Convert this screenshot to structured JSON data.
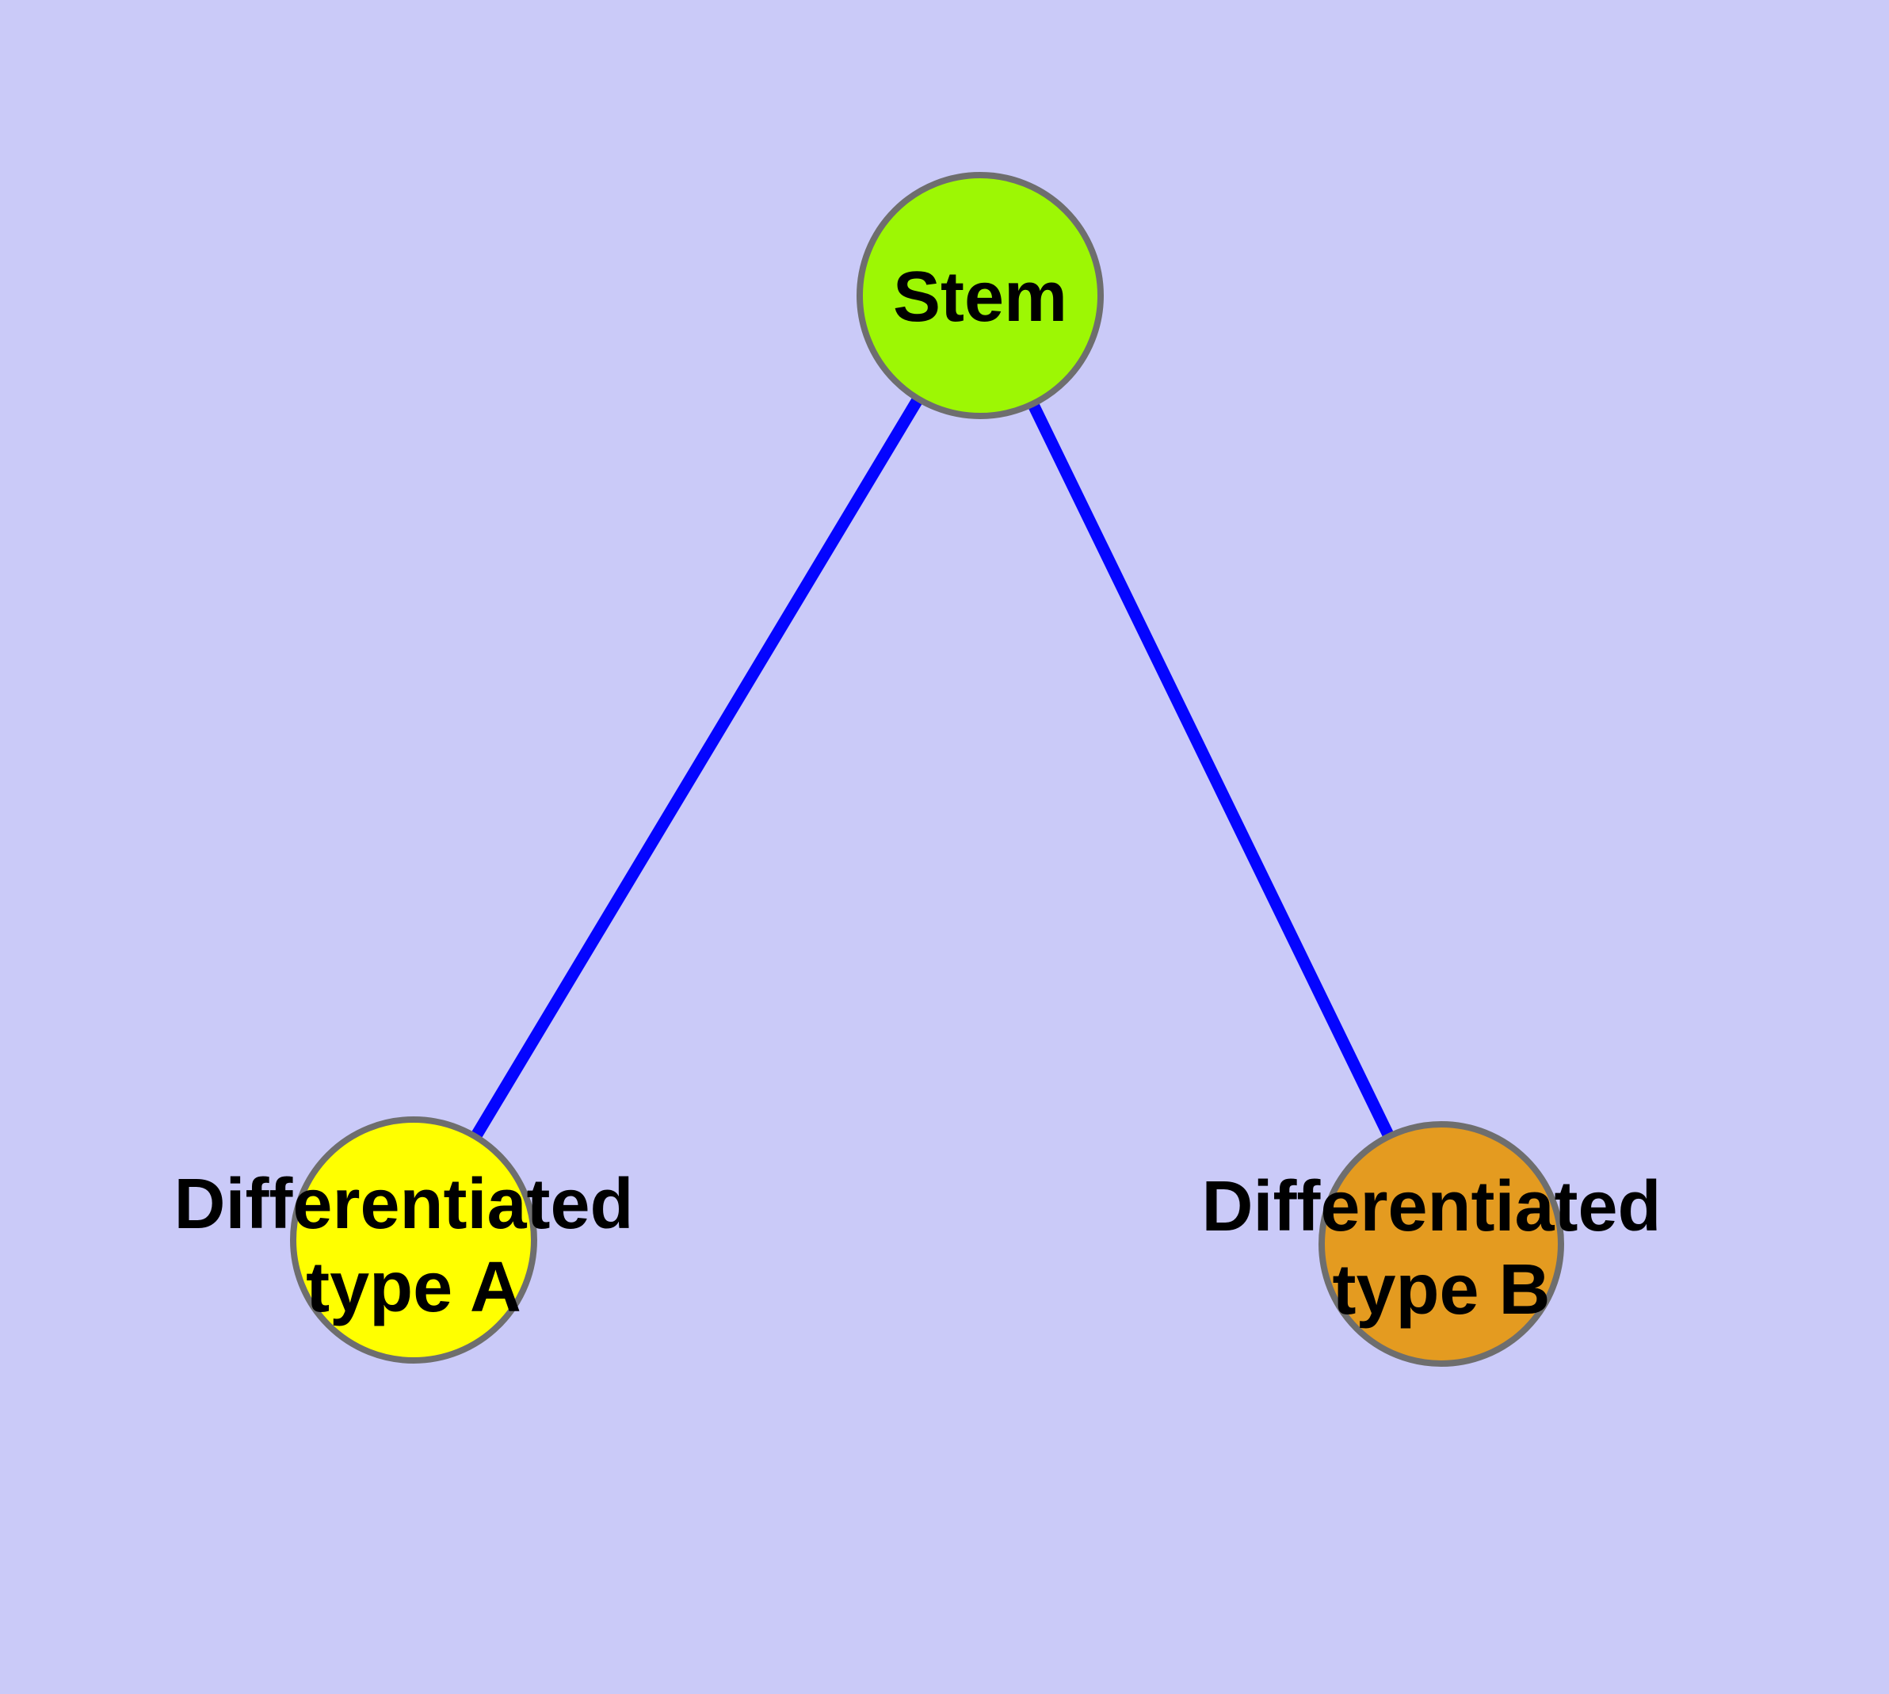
{
  "diagram": {
    "type": "node-link graph",
    "background_color": "#CACAF8",
    "edge_color": "#0404FF",
    "node_border_color": "#6E6E6E",
    "nodes": {
      "stem": {
        "label": "Stem",
        "fill_color": "#9DF704"
      },
      "type_a": {
        "label": "Differentiated type A",
        "label_line1": "Differentiated",
        "label_line2": "type A",
        "fill_color": "#FFFF00"
      },
      "type_b": {
        "label": "Differentiated type B",
        "label_line1": "Differentiated",
        "label_line2": "type B",
        "fill_color": "#E49B20"
      }
    },
    "edges": [
      {
        "from": "Stem",
        "to": "Differentiated type A"
      },
      {
        "from": "Stem",
        "to": "Differentiated type B"
      }
    ]
  }
}
